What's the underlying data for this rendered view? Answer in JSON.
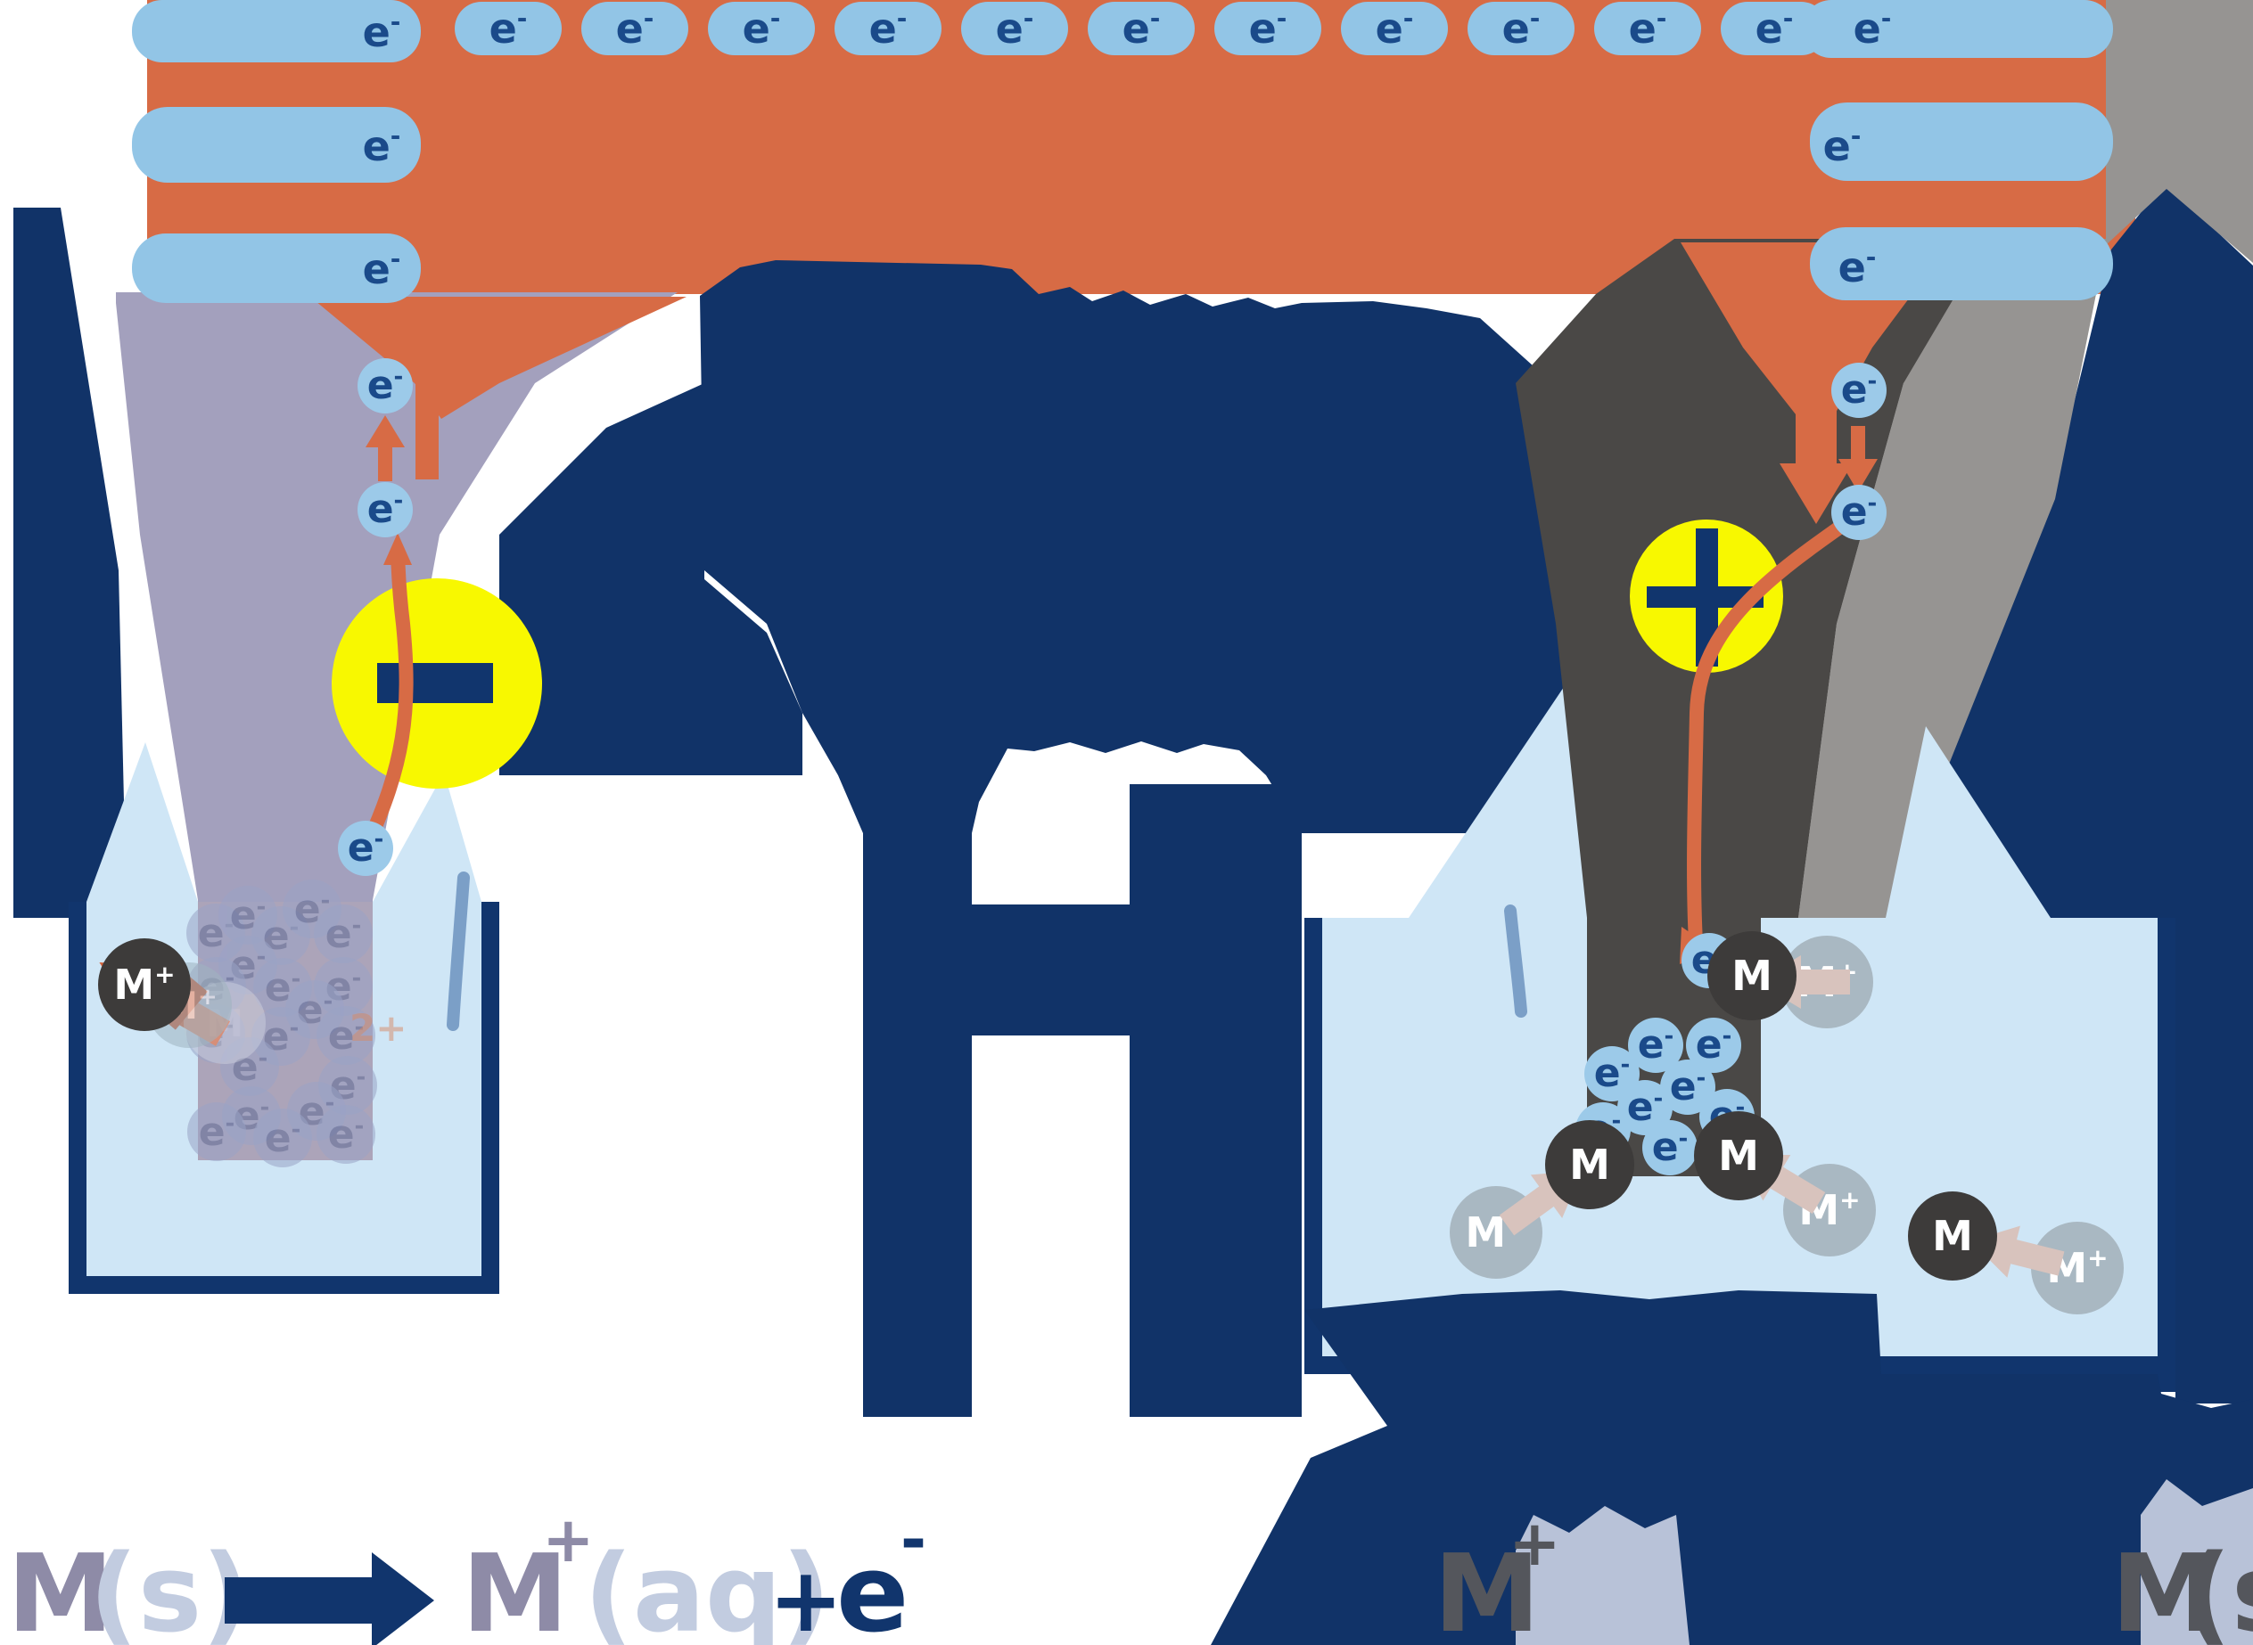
{
  "diagram_type": "electrochemical-cell",
  "labels": {
    "electron_base": "e",
    "electron_sup": "-",
    "metal_base": "M",
    "metal_ion_sup": "+",
    "ion_charge_remnant": "2+"
  },
  "terminals": {
    "negative_symbol": "-",
    "positive_symbol": "+"
  },
  "equations": {
    "left": {
      "reactant_metal": "M",
      "reactant_state": "(s)",
      "product_metal": "M",
      "product_charge_sup": "+",
      "product_state": "(aq)",
      "plus_sign": "+",
      "electron_base": "e",
      "electron_sup": "-"
    },
    "right_fragment": {
      "ion_metal": "M",
      "ion_charge_sup": "+",
      "product_metal": "M",
      "product_state": "(s)"
    }
  },
  "colors": {
    "wire_orange": "#d76b45",
    "electron_blue": "#9ccae9",
    "capsule_blue": "#92c5e6",
    "electron_text_navy": "#1a4a8a",
    "navy_blob": "#113368",
    "lavender_electrode": "#a3a0bd",
    "charcoal_electrode": "#4a4846",
    "gray_electrode": "#969492",
    "beaker_fill": "#cfe6f6",
    "terminal_yellow": "#f8f800",
    "metal_atom_dark": "#3d3b3a",
    "metal_ion_gray": "#a9b8c2",
    "deposition_arrow_pink": "#d8c3bd",
    "dissolve_arrow_orange": "#d2613a",
    "equation_metal_purple": "#8e8ba7",
    "equation_state_pale": "#c2cce0",
    "equation_navy": "#11356d",
    "equation_gray_right": "#54565c",
    "patch_lavender": "#b8c2d8"
  }
}
